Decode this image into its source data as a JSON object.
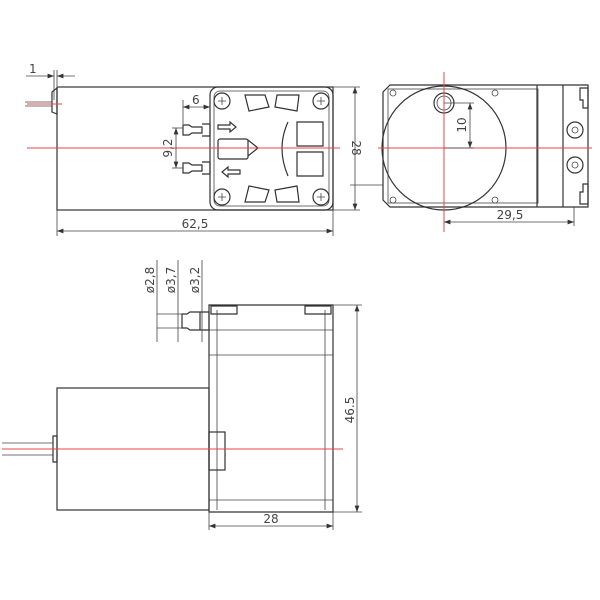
{
  "title": "Diaphragm pump dimension drawing",
  "colors": {
    "outline": "#333333",
    "centerline": "#e8444a"
  },
  "top_view": {
    "dim_flange": "1",
    "dim_port_length": "6",
    "dim_port_spacing": "9,2",
    "dim_length": "62,5",
    "dim_height": "28"
  },
  "end_view": {
    "dim_offset": "10",
    "dim_width": "29,5"
  },
  "side_view": {
    "dim_d1": "ø2,8",
    "dim_d2": "ø3,7",
    "dim_d3": "ø3,2",
    "dim_height": "46.5",
    "dim_width": "28"
  }
}
